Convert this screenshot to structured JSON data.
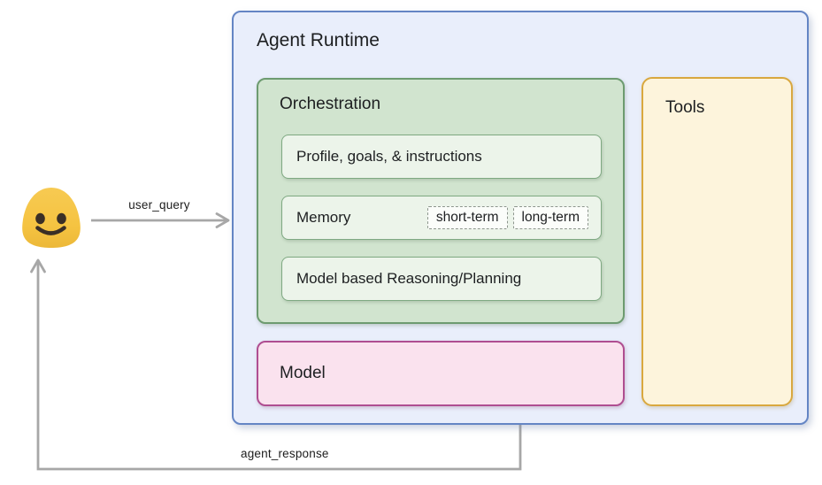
{
  "diagram": {
    "title": "Agent Runtime",
    "orchestration": {
      "title": "Orchestration",
      "profile_label": "Profile, goals, & instructions",
      "memory": {
        "label": "Memory",
        "chips": [
          "short-term",
          "long-term"
        ]
      },
      "reasoning_label": "Model based Reasoning/Planning"
    },
    "model": {
      "title": "Model"
    },
    "tools": {
      "title": "Tools"
    },
    "flows": {
      "user_query_label": "user_query",
      "agent_response_label": "agent_response"
    },
    "user_icon": "blob-smiley-emoji",
    "colors": {
      "runtime_fill": "#e9eefb",
      "runtime_border": "#6485c4",
      "orchestration_fill": "#d1e4cf",
      "orchestration_border": "#6d9b70",
      "inner_box_fill": "#ecf4ea",
      "inner_box_border": "#7fa982",
      "model_fill": "#fae2ee",
      "model_border": "#af4e91",
      "tools_fill": "#fdf4dc",
      "tools_border": "#d9a83f",
      "arrow": "#a7a7a7",
      "emoji_yellow": "#f5c445",
      "emoji_face": "#3a2f26",
      "text": "#202124"
    }
  }
}
